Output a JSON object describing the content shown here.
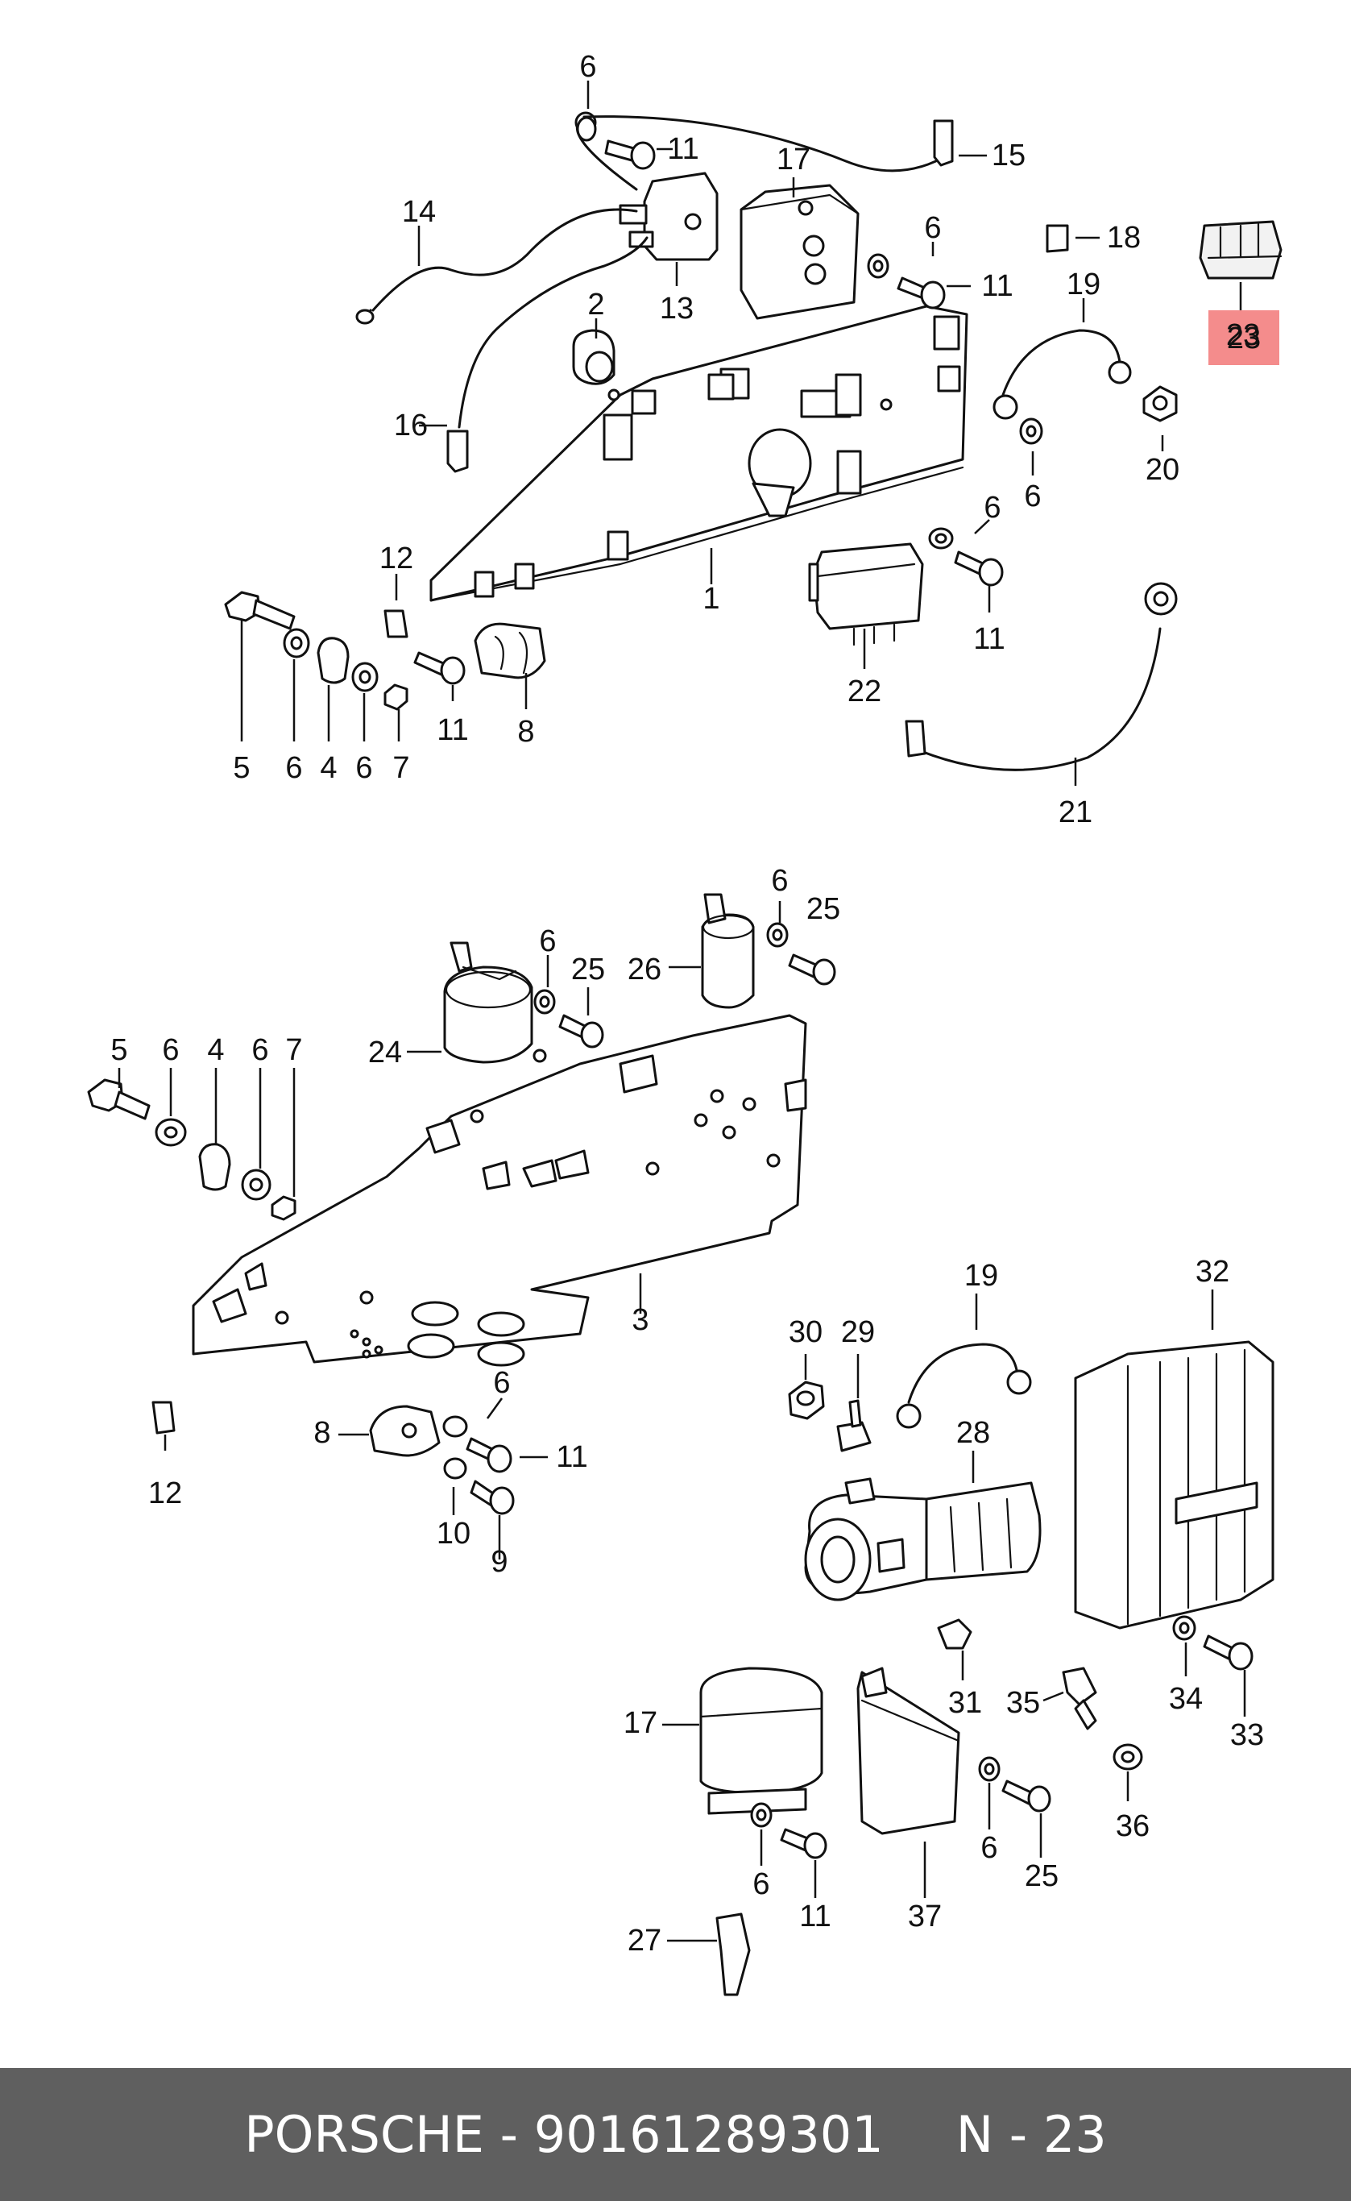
{
  "diagram": {
    "callouts_top": [
      "6",
      "11",
      "15",
      "14",
      "17",
      "6",
      "11",
      "18",
      "23",
      "2",
      "13",
      "19",
      "16",
      "20",
      "6",
      "12",
      "6",
      "1",
      "11",
      "5",
      "6",
      "4",
      "6",
      "7",
      "11",
      "8",
      "22",
      "21"
    ],
    "callouts_bottom": [
      "6",
      "25",
      "26",
      "6",
      "25",
      "24",
      "5",
      "6",
      "4",
      "6",
      "7",
      "3",
      "19",
      "32",
      "30",
      "29",
      "28",
      "6",
      "11",
      "8",
      "12",
      "10",
      "9",
      "31",
      "34",
      "33",
      "35",
      "17",
      "6",
      "11",
      "37",
      "6",
      "25",
      "36",
      "27"
    ],
    "highlight_label": "23",
    "highlight_color": "#f48c8c"
  },
  "footer": {
    "brand": "PORSCHE",
    "separator": "-",
    "part_number": "90161289301",
    "page_code": "N - 23",
    "background": "#5f5f5f"
  }
}
